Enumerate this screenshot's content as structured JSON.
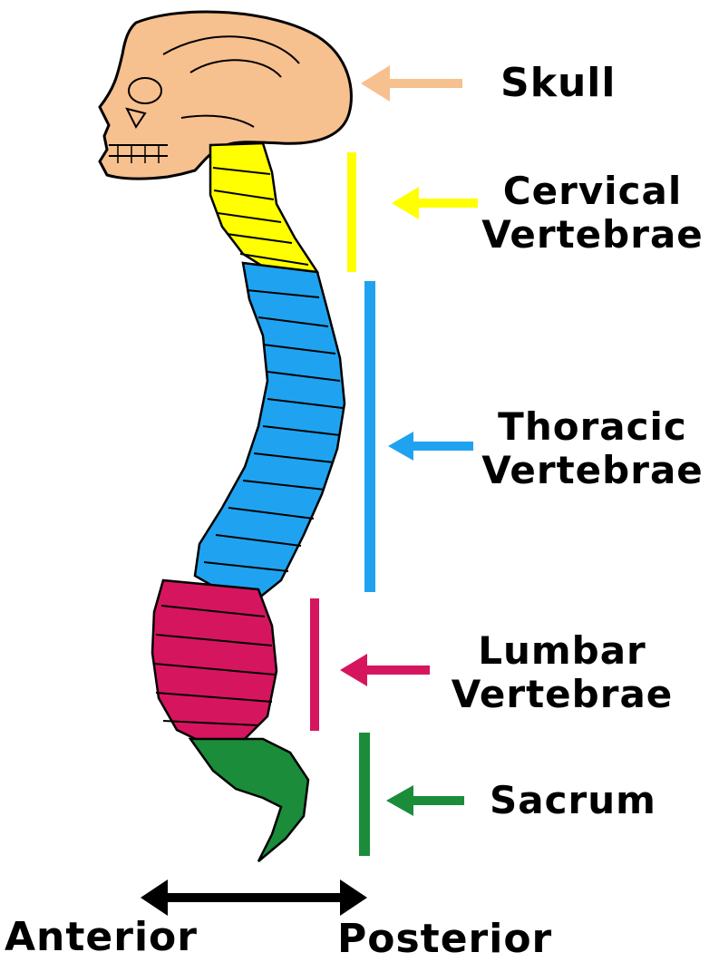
{
  "labels": {
    "skull": "Skull",
    "cervical": [
      "Cervical",
      "Vertebrae"
    ],
    "thoracic": [
      "Thoracic",
      "Vertebrae"
    ],
    "lumbar": [
      "Lumbar",
      "Vertebrae"
    ],
    "sacrum": "Sacrum",
    "anterior": "Anterior",
    "posterior": "Posterior"
  },
  "colors": {
    "skull": "#f7c08f",
    "cervical": "#ffff00",
    "thoracic": "#1fa3f0",
    "lumbar": "#d6155f",
    "sacrum": "#1a8c3a",
    "outline": "#000000",
    "disc": "#b8c0d8"
  }
}
